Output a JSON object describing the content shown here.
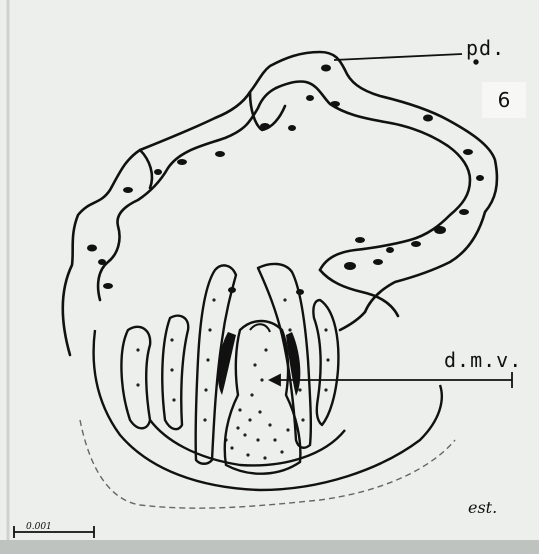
{
  "figure": {
    "plate_number": "6",
    "labels": {
      "pd": "pd.",
      "dmv": "d.m.v.",
      "est": "est."
    },
    "scale_bar_label": "0.001"
  },
  "colors": {
    "paper": "#ecefeb",
    "ink": "#111111",
    "background": "#d9dcd8"
  }
}
